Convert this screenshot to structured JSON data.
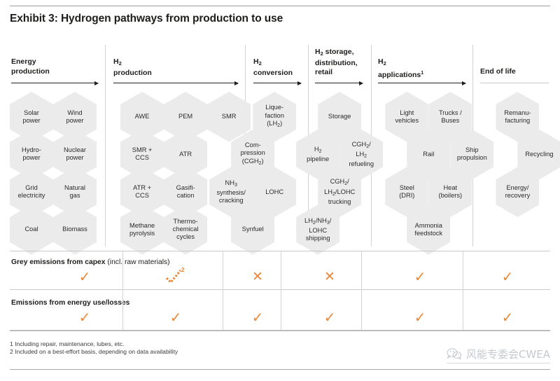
{
  "title": "Exhibit 3: Hydrogen pathways from production to use",
  "accent_color": "#E8883A",
  "hex_fill": "#ebebeb",
  "columns": [
    {
      "id": "energy-production",
      "lines": [
        "Energy",
        "production"
      ],
      "arrow": true
    },
    {
      "id": "h2-production",
      "lines": [
        "H2",
        "production"
      ],
      "arrow": true
    },
    {
      "id": "h2-conversion",
      "lines": [
        "H2",
        "conversion"
      ],
      "arrow": true
    },
    {
      "id": "h2-storage",
      "lines": [
        "H2 storage,",
        "distribution,",
        "retail"
      ],
      "arrow": true
    },
    {
      "id": "h2-applications",
      "lines": [
        "H2",
        "applications1"
      ],
      "arrow": true
    },
    {
      "id": "end-of-life",
      "lines": [
        "End of life"
      ],
      "arrow": false
    }
  ],
  "header_labels": {
    "c0_l1": "Energy",
    "c0_l2": "production",
    "c1_l1": "H",
    "c1_sub": "2",
    "c1_l2": "production",
    "c2_l1": "H",
    "c2_sub": "2",
    "c2_l2": "conversion",
    "c3_l1": "H",
    "c3_sub": "2",
    "c3_l1b": " storage,",
    "c3_l2": "distribution,",
    "c3_l3": "retail",
    "c4_l1": "H",
    "c4_sub": "2",
    "c4_l2": "applications",
    "c4_sup": "1",
    "c5_l1": "End of life"
  },
  "hexagons": [
    {
      "col": "energy-production",
      "label": "Solar power",
      "l1": "Solar",
      "l2": "power",
      "l3": ""
    },
    {
      "col": "energy-production",
      "label": "Wind power",
      "l1": "Wind",
      "l2": "power",
      "l3": ""
    },
    {
      "col": "energy-production",
      "label": "Hydro-power",
      "l1": "Hydro-",
      "l2": "power",
      "l3": ""
    },
    {
      "col": "energy-production",
      "label": "Nuclear power",
      "l1": "Nuclear",
      "l2": "power",
      "l3": ""
    },
    {
      "col": "energy-production",
      "label": "Grid electricity",
      "l1": "Grid",
      "l2": "electricity",
      "l3": ""
    },
    {
      "col": "energy-production",
      "label": "Natural gas",
      "l1": "Natural",
      "l2": "gas",
      "l3": ""
    },
    {
      "col": "energy-production",
      "label": "Coal",
      "l1": "Coal",
      "l2": "",
      "l3": ""
    },
    {
      "col": "energy-production",
      "label": "Biomass",
      "l1": "Biomass",
      "l2": "",
      "l3": ""
    },
    {
      "col": "h2-production",
      "label": "AWE",
      "l1": "AWE",
      "l2": "",
      "l3": ""
    },
    {
      "col": "h2-production",
      "label": "PEM",
      "l1": "PEM",
      "l2": "",
      "l3": ""
    },
    {
      "col": "h2-production",
      "label": "SMR",
      "l1": "SMR",
      "l2": "",
      "l3": ""
    },
    {
      "col": "h2-production",
      "label": "SMR + CCS",
      "l1": "SMR +",
      "l2": "CCS",
      "l3": ""
    },
    {
      "col": "h2-production",
      "label": "ATR",
      "l1": "ATR",
      "l2": "",
      "l3": ""
    },
    {
      "col": "h2-production",
      "label": "ATR + CCS",
      "l1": "ATR +",
      "l2": "CCS",
      "l3": ""
    },
    {
      "col": "h2-production",
      "label": "Gasification",
      "l1": "Gasifi-",
      "l2": "cation",
      "l3": ""
    },
    {
      "col": "h2-production",
      "label": "Methane pyrolysis",
      "l1": "Methane",
      "l2": "pyrolysis",
      "l3": ""
    },
    {
      "col": "h2-production",
      "label": "Thermo-chemical cycles",
      "l1": "Thermo-",
      "l2": "chemical",
      "l3": "cycles"
    },
    {
      "col": "h2-conversion",
      "label": "Liquefaction (LH2)",
      "l1": "Lique-",
      "l2": "faction",
      "l3": "(LH2)"
    },
    {
      "col": "h2-conversion",
      "label": "Compression (CGH2)",
      "l1": "Com-",
      "l2": "pression",
      "l3": "(CGH2)"
    },
    {
      "col": "h2-conversion",
      "label": "NH3 synthesis/cracking",
      "l1": "NH3",
      "l2": "synthesis/",
      "l3": "cracking"
    },
    {
      "col": "h2-conversion",
      "label": "LOHC",
      "l1": "LOHC",
      "l2": "",
      "l3": ""
    },
    {
      "col": "h2-conversion",
      "label": "Synfuel",
      "l1": "Synfuel",
      "l2": "",
      "l3": ""
    },
    {
      "col": "h2-storage",
      "label": "Storage",
      "l1": "Storage",
      "l2": "",
      "l3": ""
    },
    {
      "col": "h2-storage",
      "label": "H2 pipeline",
      "l1": "H2",
      "l2": "pipeline",
      "l3": ""
    },
    {
      "col": "h2-storage",
      "label": "CGH2/LH2 refueling",
      "l1": "CGH2/",
      "l2": "LH2",
      "l3": "refueling"
    },
    {
      "col": "h2-storage",
      "label": "CGH2/LH2/LOHC trucking",
      "l1": "CGH2/",
      "l2": "LH2/LOHC",
      "l3": "trucking"
    },
    {
      "col": "h2-storage",
      "label": "LH2/NH3/LOHC shipping",
      "l1": "LH2/NH3/",
      "l2": "LOHC",
      "l3": "shipping"
    },
    {
      "col": "h2-applications",
      "label": "Light vehicles",
      "l1": "Light",
      "l2": "vehicles",
      "l3": ""
    },
    {
      "col": "h2-applications",
      "label": "Trucks / Buses",
      "l1": "Trucks /",
      "l2": "Buses",
      "l3": ""
    },
    {
      "col": "h2-applications",
      "label": "Rail",
      "l1": "Rail",
      "l2": "",
      "l3": ""
    },
    {
      "col": "h2-applications",
      "label": "Ship propulsion",
      "l1": "Ship",
      "l2": "propulsion",
      "l3": ""
    },
    {
      "col": "h2-applications",
      "label": "Steel (DRI)",
      "l1": "Steel",
      "l2": "(DRI)",
      "l3": ""
    },
    {
      "col": "h2-applications",
      "label": "Heat (boilers)",
      "l1": "Heat",
      "l2": "(boilers)",
      "l3": ""
    },
    {
      "col": "h2-applications",
      "label": "Ammonia feedstock",
      "l1": "Ammonia",
      "l2": "feedstock",
      "l3": ""
    },
    {
      "col": "end-of-life",
      "label": "Remanufacturing",
      "l1": "Remanu-",
      "l2": "facturing",
      "l3": ""
    },
    {
      "col": "end-of-life",
      "label": "Recycling",
      "l1": "Recycling",
      "l2": "",
      "l3": ""
    },
    {
      "col": "end-of-life",
      "label": "Energy/recovery",
      "l1": "Energy/",
      "l2": "recovery",
      "l3": ""
    }
  ],
  "bands": [
    {
      "id": "grey-emissions-capex",
      "label_bold": "Grey emissions from capex",
      "label_rest": " (incl. raw materials)",
      "marks": [
        {
          "col": "energy-production",
          "type": "check"
        },
        {
          "col": "h2-production",
          "type": "check-dashed",
          "sup": "2"
        },
        {
          "col": "h2-conversion",
          "type": "cross"
        },
        {
          "col": "h2-storage",
          "type": "cross"
        },
        {
          "col": "h2-applications",
          "type": "check"
        },
        {
          "col": "end-of-life",
          "type": "check"
        }
      ]
    },
    {
      "id": "emissions-energy-use",
      "label_bold": "Emissions from energy use/losses",
      "label_rest": "",
      "marks": [
        {
          "col": "energy-production",
          "type": "check"
        },
        {
          "col": "h2-production",
          "type": "check"
        },
        {
          "col": "h2-conversion",
          "type": "check"
        },
        {
          "col": "h2-storage",
          "type": "check"
        },
        {
          "col": "h2-applications",
          "type": "check"
        },
        {
          "col": "end-of-life",
          "type": "check"
        }
      ]
    }
  ],
  "footnotes": [
    "1 Including repair, maintenance, lubes, etc.",
    "2 Included on a best-effort basis, depending on data availability"
  ],
  "watermark": {
    "text": "风能专委会CWEA",
    "icon": "wechat-icon"
  },
  "glyphs": {
    "check": "✓",
    "cross": "✕"
  }
}
